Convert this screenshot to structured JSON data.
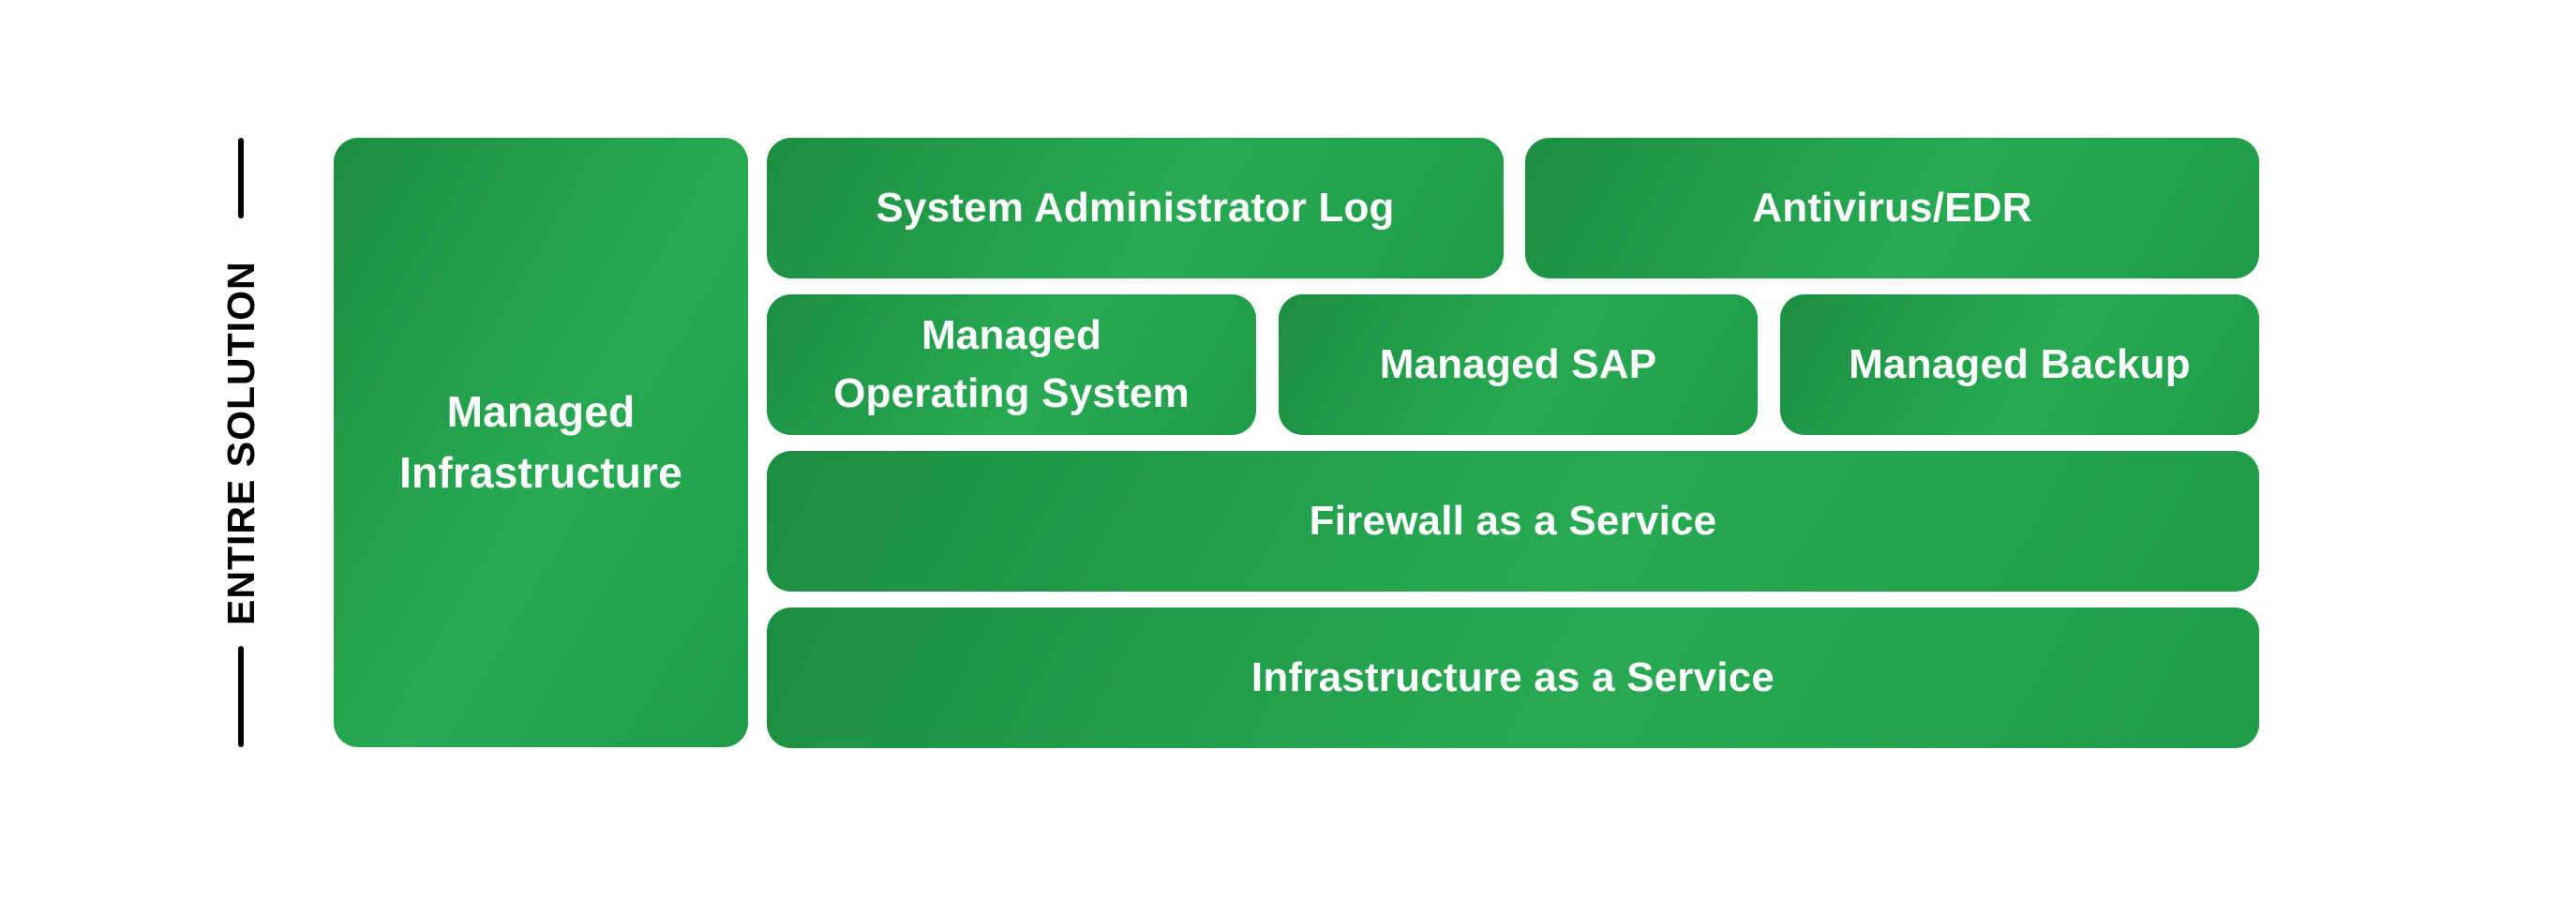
{
  "rail": {
    "label": "ENTIRE SOLUTION"
  },
  "diagram": {
    "main_box": {
      "label": "Managed\nInfrastructure"
    },
    "rows": [
      {
        "boxes": [
          {
            "label": "System Administrator Log"
          },
          {
            "label": "Antivirus/EDR"
          }
        ]
      },
      {
        "boxes": [
          {
            "label": "Managed\nOperating System"
          },
          {
            "label": "Managed SAP"
          },
          {
            "label": "Managed Backup"
          }
        ]
      },
      {
        "boxes": [
          {
            "label": "Firewall as a Service"
          }
        ]
      },
      {
        "boxes": [
          {
            "label": "Infrastructure as a Service"
          }
        ]
      }
    ]
  },
  "colors": {
    "grad_a": "#1c8f41",
    "grad_b": "#27aa52",
    "grad_c": "#1f9c48",
    "text_on_green": "#ffffff",
    "label_color": "#000000",
    "background": "#ffffff"
  }
}
